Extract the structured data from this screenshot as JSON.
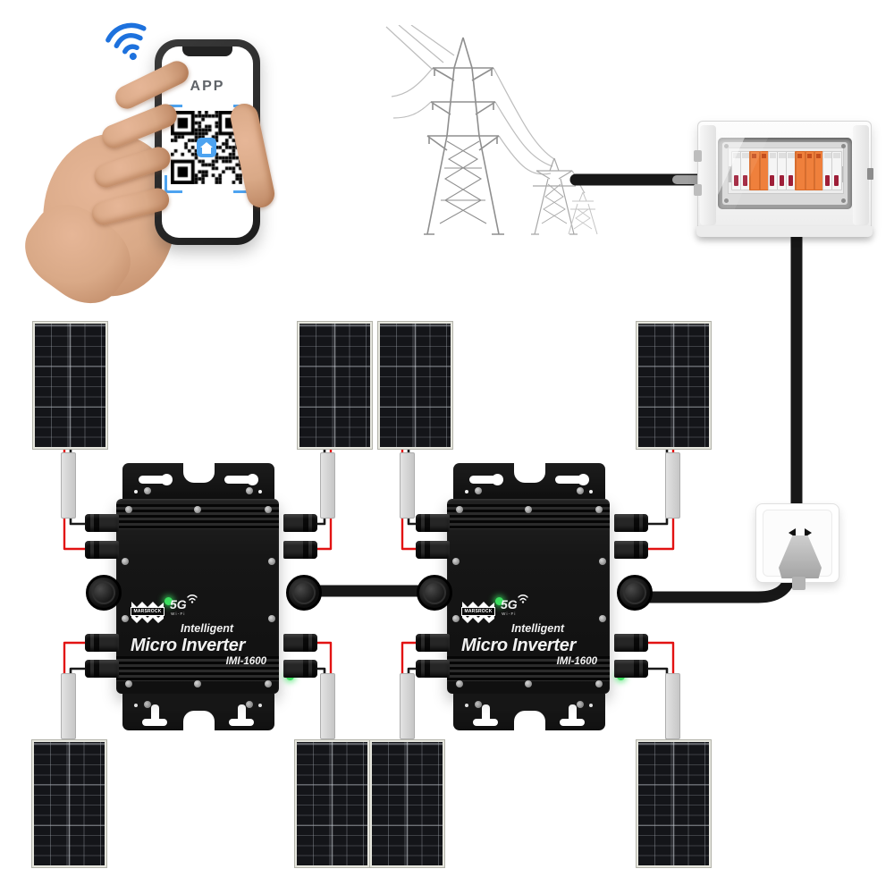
{
  "phone": {
    "app_label": "APP"
  },
  "inverter": {
    "brand": "MARSROCK",
    "network": "5G",
    "wifi_label": "Wi-Fi",
    "tagline": "Intelligent",
    "product_name": "Micro Inverter",
    "model": "IMI-1600"
  },
  "breaker_box": {
    "module_pattern": [
      "breaker",
      "breaker",
      "spd",
      "spd",
      "breaker",
      "breaker",
      "breaker",
      "spd",
      "spd",
      "spd",
      "breaker",
      "breaker"
    ]
  },
  "counts": {
    "solar_panels": 8,
    "micro_inverters": 2,
    "junction_boxes": 8
  },
  "theme": {
    "wifi_blue": "#1d71dd",
    "qr_accent_blue": "#4da3f0",
    "wire_red": "#e21212",
    "cable_black": "#181818",
    "led_green": "#3ce05f",
    "breaker_orange": "#ef803c",
    "breaker_toggle_red": "#9e1f38",
    "skin": "#d9a987"
  }
}
